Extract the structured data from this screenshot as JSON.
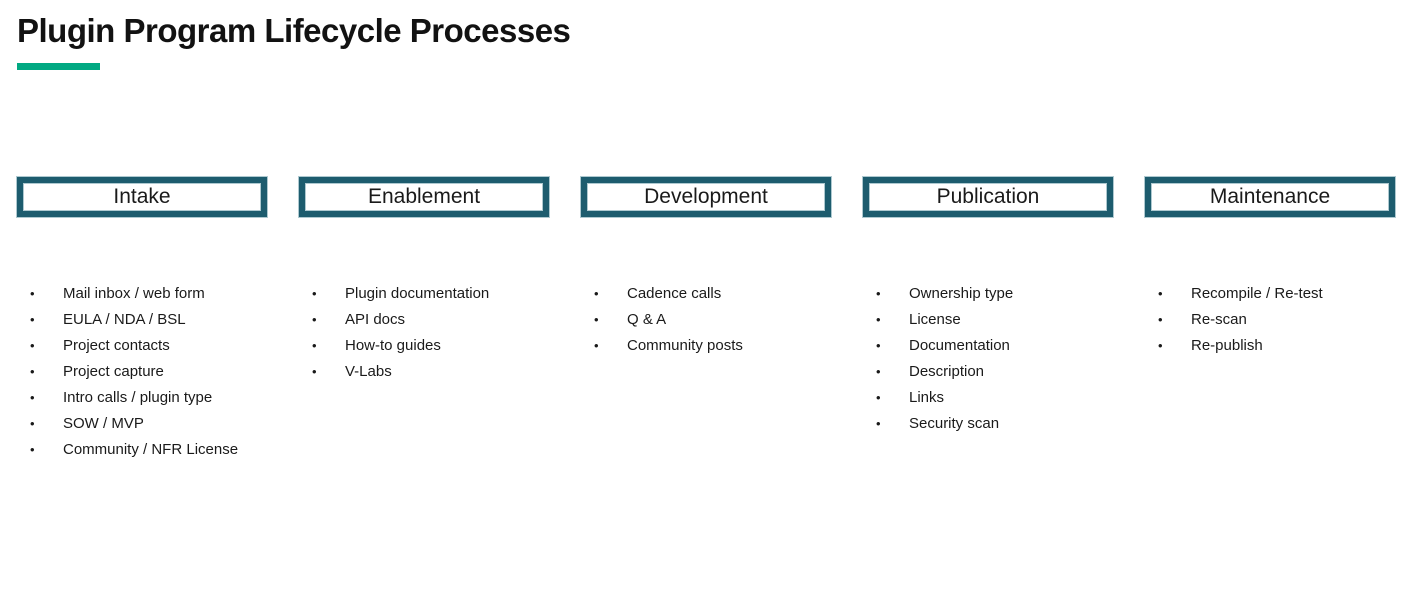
{
  "page": {
    "title": "Plugin Program Lifecycle Processes"
  },
  "colors": {
    "accent_green": "#01A982",
    "box_border_teal": "#1D5C6E",
    "text": "#1A1A1A"
  },
  "icons": {
    "bullet": "•"
  },
  "columns": [
    {
      "header": "Intake",
      "items": [
        "Mail inbox / web form",
        "EULA / NDA / BSL",
        "Project contacts",
        "Project capture",
        "Intro calls / plugin type",
        "SOW / MVP",
        "Community / NFR License"
      ]
    },
    {
      "header": "Enablement",
      "items": [
        "Plugin documentation",
        "API docs",
        "How-to guides",
        "V-Labs"
      ]
    },
    {
      "header": "Development",
      "items": [
        "Cadence calls",
        "Q & A",
        "Community posts"
      ]
    },
    {
      "header": "Publication",
      "items": [
        "Ownership type",
        "License",
        "Documentation",
        "Description",
        "Links",
        "Security scan"
      ]
    },
    {
      "header": "Maintenance",
      "items": [
        "Recompile / Re-test",
        "Re-scan",
        "Re-publish"
      ]
    }
  ]
}
